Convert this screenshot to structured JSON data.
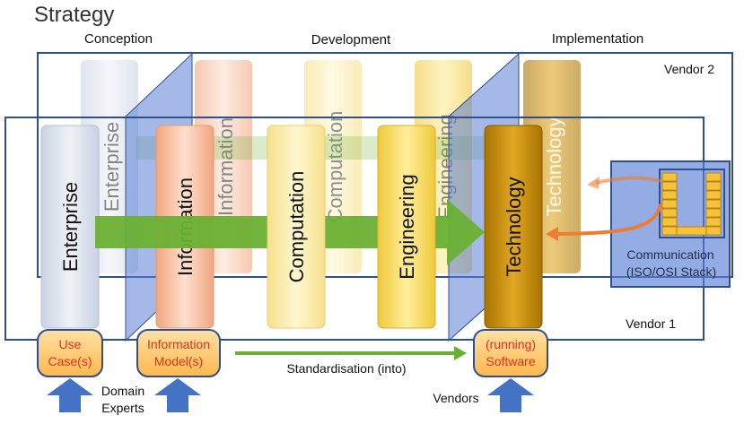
{
  "title": "Strategy",
  "phases": {
    "conception": "Conception",
    "development": "Development",
    "implementation": "Implementation"
  },
  "vendors": {
    "vendor2": "Vendor 2",
    "vendor1": "Vendor 1"
  },
  "viewpoints": {
    "enterprise": "Enterprise",
    "information": "Information",
    "computation": "Computation",
    "engineering": "Engineering",
    "technology": "Technology"
  },
  "communication": {
    "line1": "Communication",
    "line2": "(ISO/OSI Stack)"
  },
  "artifacts": {
    "use_case_line1": "Use",
    "use_case_line2": "Case(s)",
    "info_model_line1": "Information",
    "info_model_line2": "Model(s)",
    "software_line1": "(running)",
    "software_line2": "Software"
  },
  "standardisation": "Standardisation (into)",
  "actors": {
    "domain_line1": "Domain",
    "domain_line2": "Experts",
    "vendors": "Vendors"
  },
  "colors": {
    "frame": "#2f4f8f",
    "plane": "#5b7fd6",
    "arrow": "#6ab034",
    "artifact_fill": "#ffc766",
    "artifact_text": "#e0301e",
    "blue_arrow": "#4472c4",
    "orange_arrow": "#ed7d31"
  }
}
